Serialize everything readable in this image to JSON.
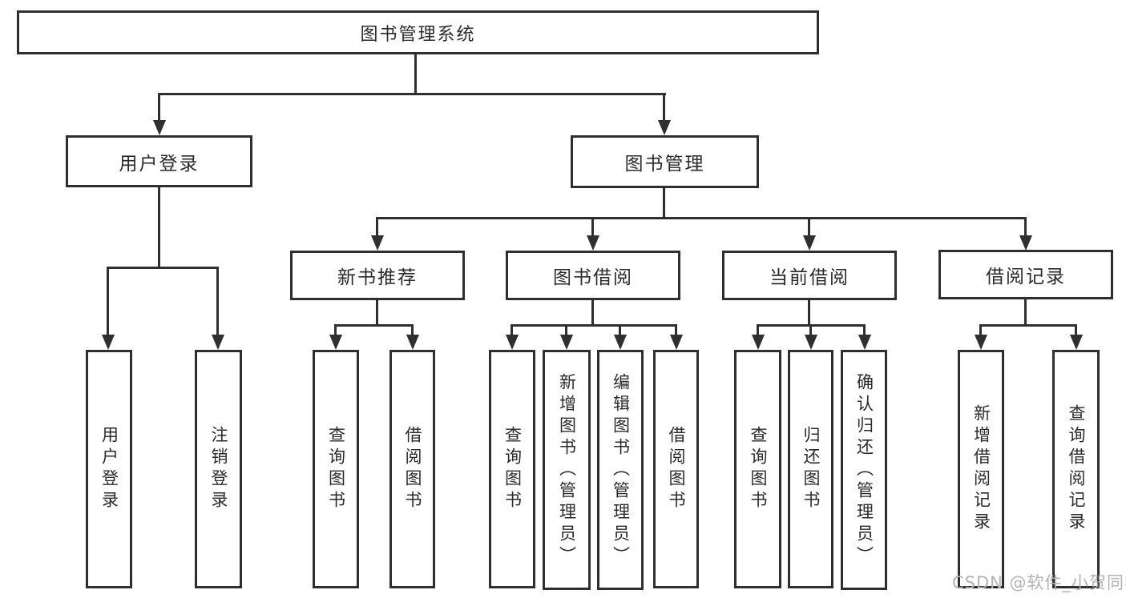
{
  "tree": {
    "root": {
      "label": "图书管理系统",
      "children": [
        {
          "label": "用户登录",
          "children": [
            {
              "label": "用户登录"
            },
            {
              "label": "注销登录"
            }
          ]
        },
        {
          "label": "图书管理",
          "children": [
            {
              "label": "新书推荐",
              "children": [
                {
                  "label": "查询图书"
                },
                {
                  "label": "借阅图书"
                }
              ]
            },
            {
              "label": "图书借阅",
              "children": [
                {
                  "label": "查询图书"
                },
                {
                  "label": "新增图书（管理员）"
                },
                {
                  "label": "编辑图书（管理员）"
                },
                {
                  "label": "借阅图书"
                }
              ]
            },
            {
              "label": "当前借阅",
              "children": [
                {
                  "label": "查询图书"
                },
                {
                  "label": "归还图书"
                },
                {
                  "label": "确认归还（管理员）"
                }
              ]
            },
            {
              "label": "借阅记录",
              "children": [
                {
                  "label": "新增借阅记录"
                },
                {
                  "label": "查询借阅记录"
                }
              ]
            }
          ]
        }
      ]
    }
  },
  "watermark": {
    "text": "CSDN @软件_小贺同学"
  },
  "colors": {
    "line": "#2f2f2f",
    "box_border": "#2f2f2f",
    "text": "#2a2a2a",
    "watermark": "#b3b3b3",
    "background": "#ffffff"
  }
}
